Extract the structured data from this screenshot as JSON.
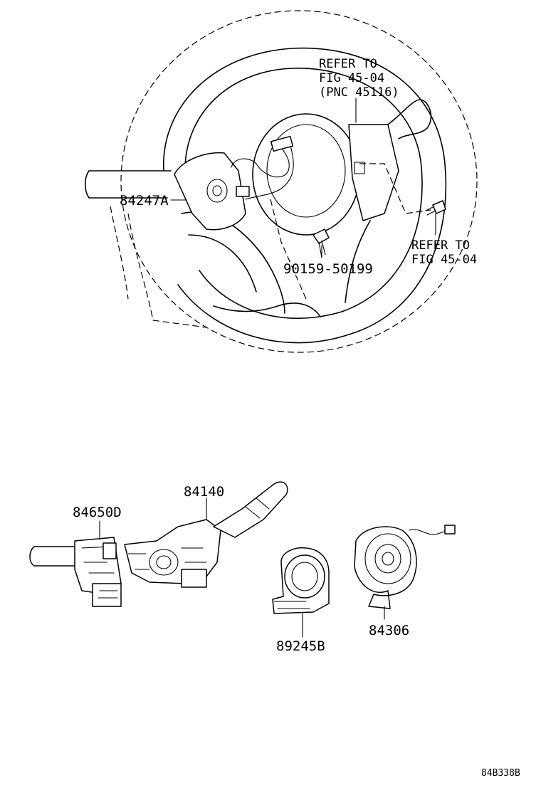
{
  "labels": {
    "ref_top_1": "REFER TO",
    "ref_top_2": "FIG 45-04",
    "ref_top_3": "(PNC 45116)",
    "part_84247A": "84247A",
    "part_90159": "90159-50199",
    "ref_right_1": "REFER TO",
    "ref_right_2": "FIG 45-04",
    "part_84140": "84140",
    "part_84650D": "84650D",
    "part_89245B": "89245B",
    "part_84306": "84306",
    "figure_code": "84B338B"
  }
}
